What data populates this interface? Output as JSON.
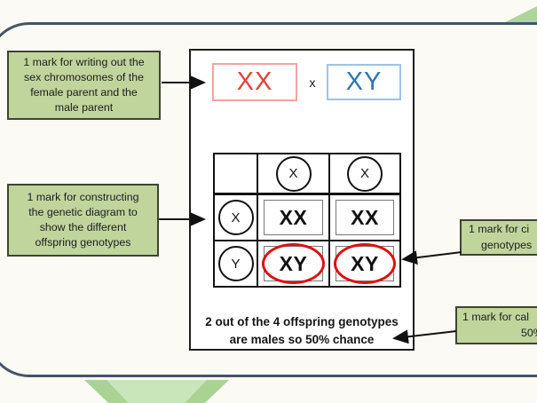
{
  "parents": {
    "mother_genotype": "XX",
    "cross_symbol": "x",
    "father_genotype": "XY"
  },
  "punnett": {
    "col_headers": [
      "X",
      "X"
    ],
    "row_headers": [
      "X",
      "Y"
    ],
    "cells": [
      [
        "XX",
        "XX"
      ],
      [
        "XY",
        "XY"
      ]
    ]
  },
  "conclusion": {
    "lines": [
      "2 out of the 4 offspring genotypes",
      "are males so 50% chance"
    ]
  },
  "annotations": {
    "write_parents": {
      "lines": [
        "1 mark for writing out the",
        "sex chromosomes of the",
        "female parent and the",
        "male parent"
      ]
    },
    "construct_diagram": {
      "lines": [
        "1 mark for constructing",
        "the genetic diagram to",
        "show the different",
        "offspring genotypes"
      ]
    },
    "circle_genotypes": {
      "lines": [
        "1 mark for ci",
        "genotypes"
      ]
    },
    "calculate_percent": {
      "lines": [
        "1 mark for cal",
        "50%"
      ]
    }
  },
  "colors": {
    "mother_text": "#e5403a",
    "mother_border": "#f2a49f",
    "father_text": "#2e75b6",
    "father_border": "#9dc3e6",
    "highlight_oval": "#de1010",
    "annotation_fill": "#c0d59c",
    "annotation_border": "#3e4431",
    "frame": "#44546a",
    "accent_triangles": "#a9d293"
  }
}
